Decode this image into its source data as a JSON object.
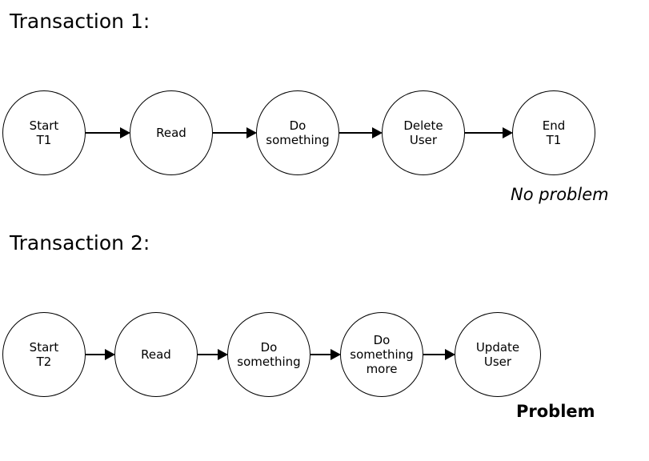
{
  "diagram": {
    "title_row1": "Transaction 1:",
    "title_row2": "Transaction 2:",
    "stroke_color": "#000000",
    "background_color": "#ffffff",
    "rows": [
      {
        "id": "transaction-1",
        "heading": "Transaction 1:",
        "annotation": "No problem",
        "annotation_style": "italic",
        "nodes": [
          {
            "id": "t1-start",
            "label": "Start\nT1"
          },
          {
            "id": "t1-read",
            "label": "Read"
          },
          {
            "id": "t1-do",
            "label": "Do\nsomething"
          },
          {
            "id": "t1-delete",
            "label": "Delete\nUser"
          },
          {
            "id": "t1-end",
            "label": "End\nT1"
          }
        ],
        "edges": [
          {
            "id": "t1-edge-1",
            "from": "t1-start",
            "to": "t1-read"
          },
          {
            "id": "t1-edge-2",
            "from": "t1-read",
            "to": "t1-do"
          },
          {
            "id": "t1-edge-3",
            "from": "t1-do",
            "to": "t1-delete"
          },
          {
            "id": "t1-edge-4",
            "from": "t1-delete",
            "to": "t1-end"
          }
        ]
      },
      {
        "id": "transaction-2",
        "heading": "Transaction 2:",
        "annotation": "Problem",
        "annotation_style": "bold",
        "nodes": [
          {
            "id": "t2-start",
            "label": "Start\nT2"
          },
          {
            "id": "t2-read",
            "label": "Read"
          },
          {
            "id": "t2-do",
            "label": "Do\nsomething"
          },
          {
            "id": "t2-do-more",
            "label": "Do\nsomething\nmore"
          },
          {
            "id": "t2-update",
            "label": "Update\nUser"
          }
        ],
        "edges": [
          {
            "id": "t2-edge-1",
            "from": "t2-start",
            "to": "t2-read"
          },
          {
            "id": "t2-edge-2",
            "from": "t2-read",
            "to": "t2-do"
          },
          {
            "id": "t2-edge-3",
            "from": "t2-do",
            "to": "t2-do-more"
          },
          {
            "id": "t2-edge-4",
            "from": "t2-do-more",
            "to": "t2-update"
          }
        ]
      }
    ]
  }
}
